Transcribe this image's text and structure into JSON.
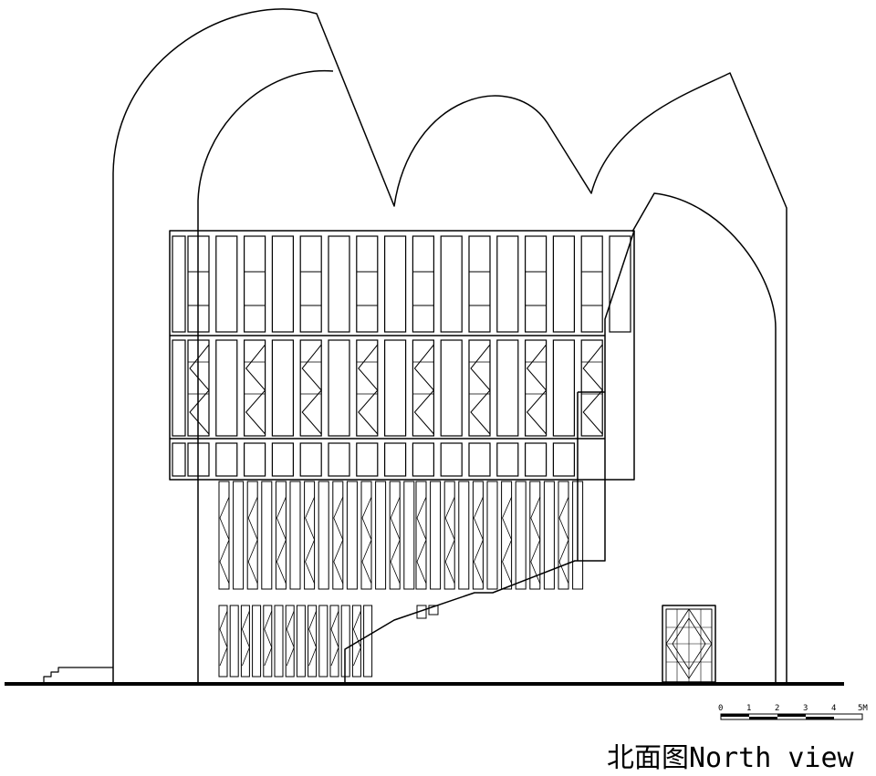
{
  "drawing": {
    "title": "北面图North view",
    "scale_bar": {
      "ticks": [
        "0",
        "1",
        "2",
        "3",
        "4",
        "5M"
      ]
    }
  }
}
